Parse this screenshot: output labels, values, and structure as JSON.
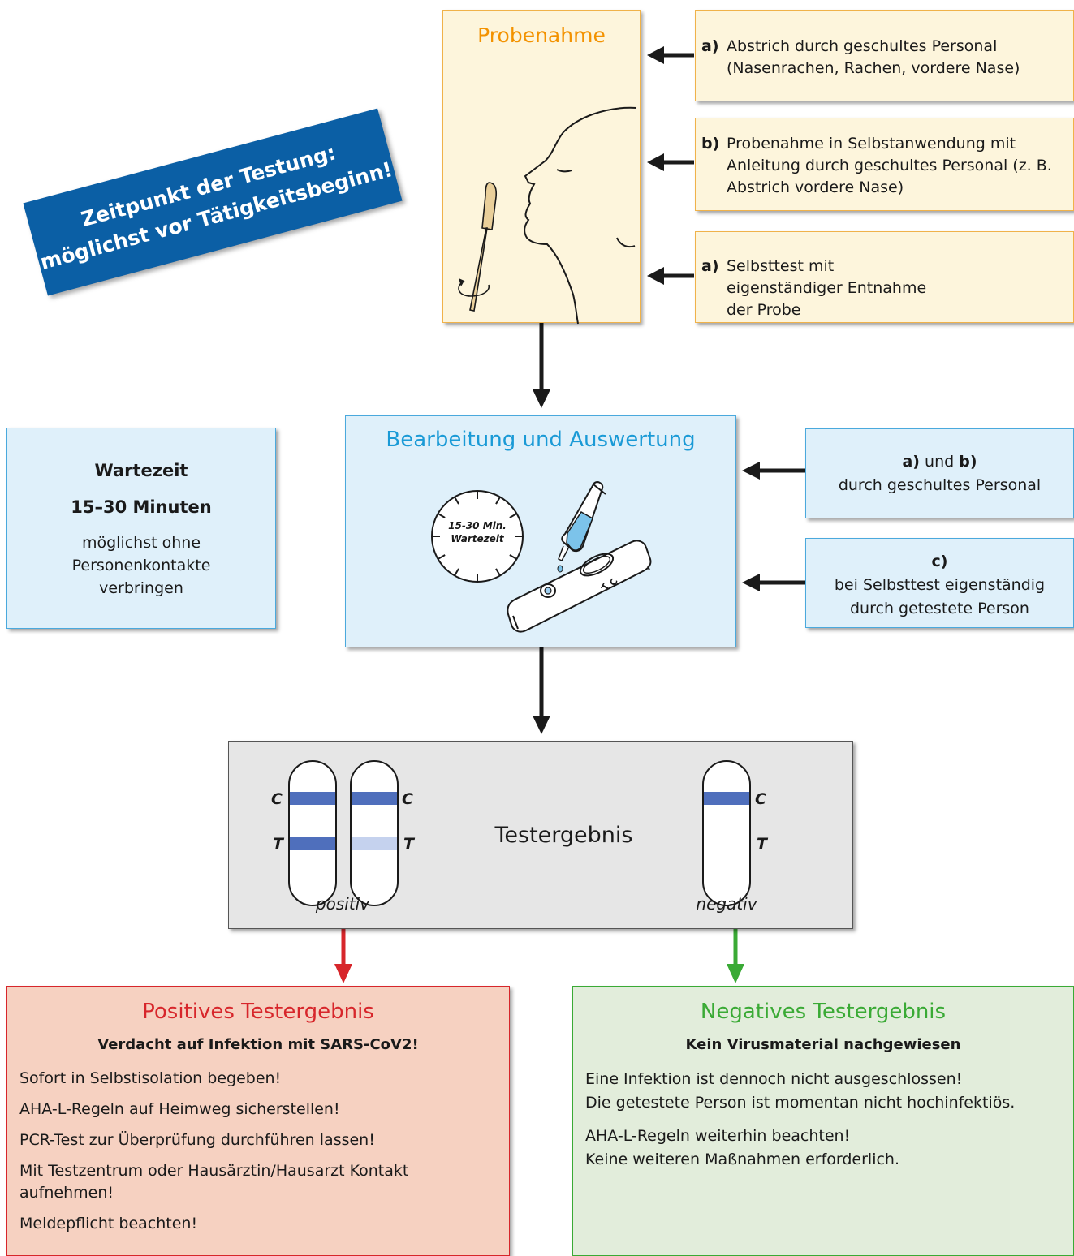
{
  "banner": {
    "line1": "Zeitpunkt der Testung:",
    "line2": "möglichst vor Tätigkeitsbeginn!"
  },
  "probenahme": {
    "title": "Probenahme",
    "notes": [
      {
        "key": "a)",
        "text": "Abstrich durch geschultes Personal (Nasenrachen, Rachen, vordere Nase)"
      },
      {
        "key": "b)",
        "text": "Probenahme in Selbstanwendung mit Anleitung durch geschultes Personal (z. B. Abstrich vordere Nase)"
      },
      {
        "key": "a)",
        "text": "Selbsttest mit eigenständiger Entnahme der Probe"
      }
    ]
  },
  "wartezeit": {
    "label": "Wartezeit",
    "duration": "15–30 Minuten",
    "text": "möglichst ohne Personenkontakte verbringen"
  },
  "bearbeitung": {
    "title": "Bearbeitung und Auswertung",
    "clock_line1": "15-30 Min.",
    "clock_line2": "Wartezeit",
    "cassette_c": "C",
    "cassette_t": "T",
    "note_ab": {
      "a": "a)",
      "und": "und",
      "b": "b)",
      "text": "durch geschultes Personal"
    },
    "note_c": {
      "c": "c)",
      "text": "bei Selbsttest eigenständig durch getestete Person"
    }
  },
  "testergebnis": {
    "title": "Testergebnis",
    "c_label": "C",
    "t_label": "T",
    "positiv": "positiv",
    "negativ": "negativ"
  },
  "positive": {
    "title": "Positives Testergebnis",
    "subtitle": "Verdacht auf Infektion mit SARS-CoV2!",
    "items": [
      "Sofort in Selbstisolation begeben!",
      "AHA-L-Regeln auf Heimweg sicherstellen!",
      "PCR-Test zur Überprüfung durchführen lassen!",
      "Mit Testzentrum oder Hausärztin/Hausarzt Kontakt aufnehmen!",
      "Meldepflicht beachten!"
    ]
  },
  "negative": {
    "title": "Negatives Testergebnis",
    "subtitle": "Kein Virusmaterial nachgewiesen",
    "para1_line1": "Eine Infektion ist dennoch nicht ausgeschlossen!",
    "para1_line2": "Die getestete Person ist momentan nicht hochinfektiös.",
    "para2_line1": "AHA-L-Regeln weiterhin beachten!",
    "para2_line2": "Keine weiteren Maßnahmen erforderlich."
  },
  "colors": {
    "orange": "#f39200",
    "blue": "#1a9ad6",
    "banner": "#0b5fa5",
    "positive_red": "#d7262b",
    "negative_green": "#3aaa35",
    "strip_band": "#4f6fbc",
    "strip_band_faint": "#c5d2ee"
  }
}
